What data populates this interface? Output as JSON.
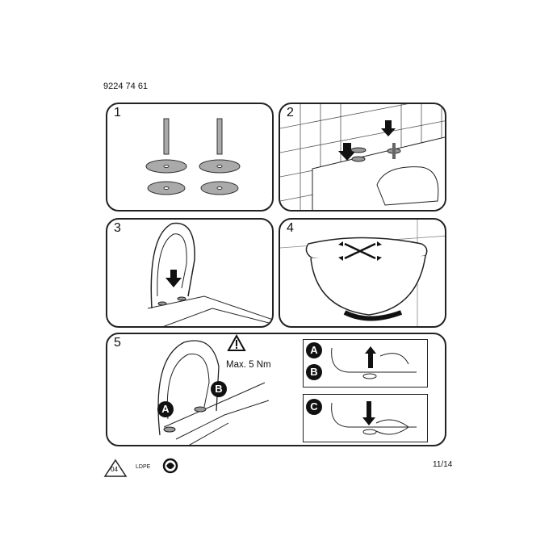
{
  "document_number": "9224 74 61",
  "steps": [
    {
      "number": "1"
    },
    {
      "number": "2"
    },
    {
      "number": "3"
    },
    {
      "number": "4"
    },
    {
      "number": "5",
      "torque_label": "Max. 5 Nm",
      "warning_icon": "warning-triangle-icon",
      "sub_labels": [
        "A",
        "B",
        "C"
      ]
    }
  ],
  "footer": {
    "recycle_code": "04",
    "material": "LDPE",
    "page": "11/14"
  }
}
